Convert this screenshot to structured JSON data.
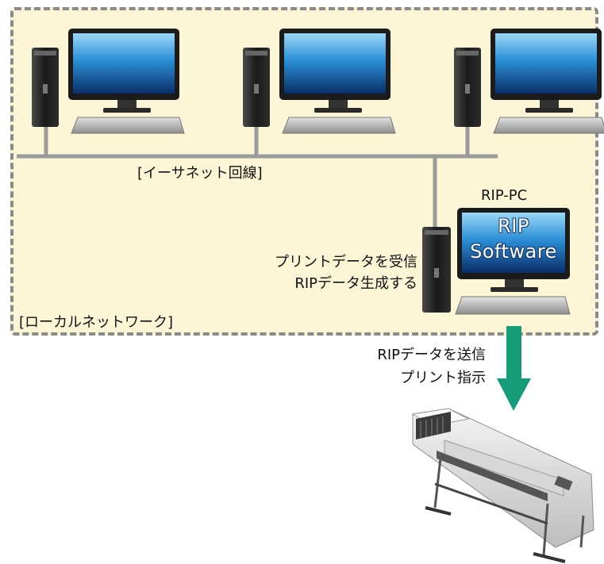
{
  "labels": {
    "ethernet": "[イーサネット回線]",
    "local_network": "[ローカルネットワーク]",
    "rip_pc": "RIP-PC",
    "screen_line1": "RIP",
    "screen_line2": "Software",
    "receive_line1": "プリントデータを受信",
    "receive_line2": "RIPデータ生成する",
    "send_line1": "RIPデータを送信",
    "send_line2": "プリント指示"
  },
  "colors": {
    "lan_background": "#fdf6d6",
    "lan_border": "#8a8a8a",
    "network_line": "#9a9a9a",
    "arrow": "#169c78"
  },
  "icons": [
    "desktop-computer-icon",
    "rip-pc-icon",
    "large-format-printer-icon"
  ]
}
